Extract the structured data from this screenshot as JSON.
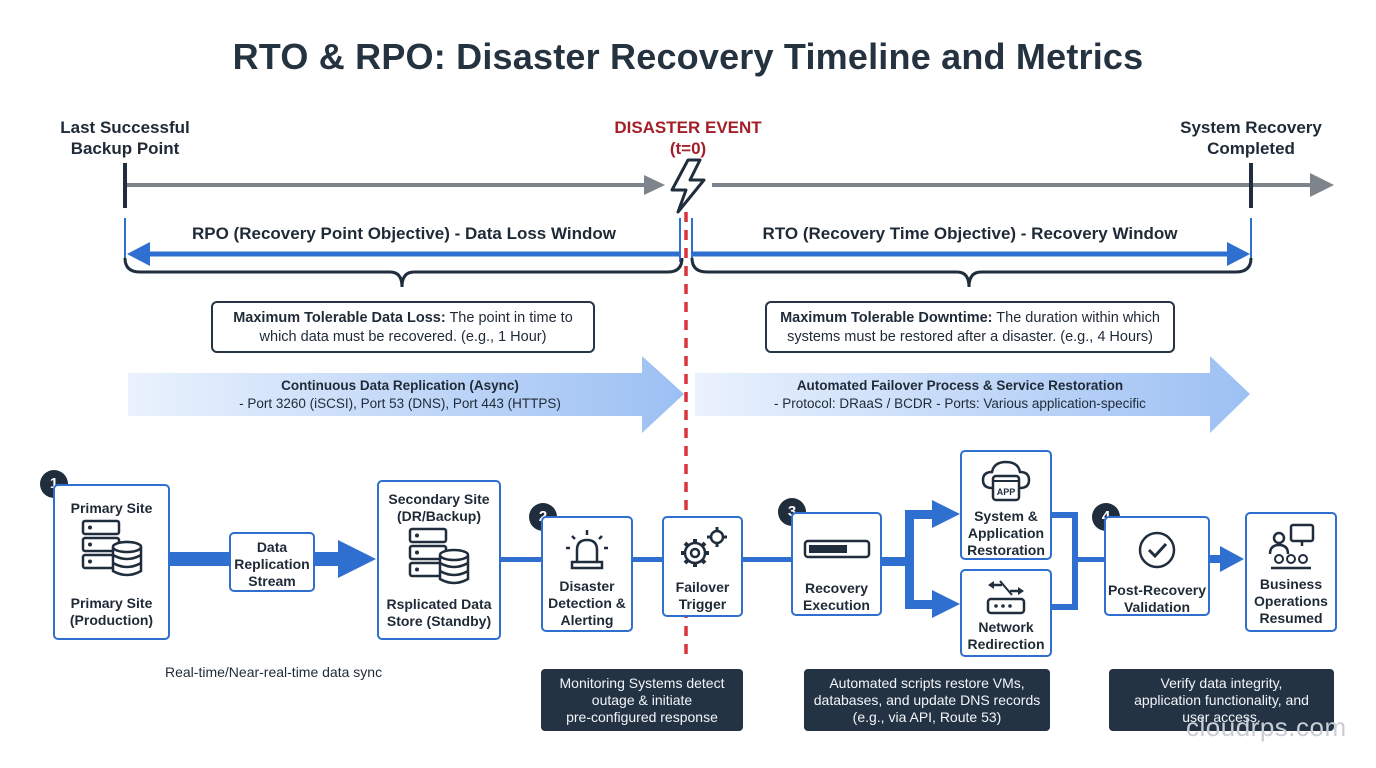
{
  "title": "RTO & RPO: Disaster Recovery Timeline and Metrics",
  "timeline": {
    "left_label": "Last Successful\nBackup Point",
    "left_label_l1": "Last Successful",
    "left_label_l2": "Backup Point",
    "center_label_l1": "DISASTER EVENT",
    "center_label_l2": "(t=0)",
    "right_label_l1": "System Recovery",
    "right_label_l2": "Completed"
  },
  "rpo": {
    "label": "RPO (Recovery Point Objective) - Data Loss Window",
    "desc_bold": "Maximum Tolerable Data Loss:",
    "desc_rest1": " The point in time to",
    "desc_line2": "which data must be recovered. (e.g., 1 Hour)",
    "band_title": "Continuous Data Replication (Async)",
    "band_sub": "- Port 3260 (iSCSI), Port 53 (DNS), Port 443 (HTTPS)"
  },
  "rto": {
    "label": "RTO (Recovery Time Objective) - Recovery Window",
    "desc_bold": "Maximum Tolerable Downtime:",
    "desc_rest1": " The duration within which",
    "desc_line2": "systems must be restored after a disaster. (e.g., 4 Hours)",
    "band_title": "Automated Failover Process & Service Restoration",
    "band_sub": "- Protocol: DRaaS / BCDR - Ports: Various application-specific"
  },
  "flow": {
    "primary": {
      "badge": "1",
      "top": "Primary Site",
      "bottom_l1": "Primary Site",
      "bottom_l2": "(Production)"
    },
    "stream": {
      "l1": "Data",
      "l2": "Replication",
      "l3": "Stream"
    },
    "secondary": {
      "top_l1": "Secondary Site",
      "top_l2": "(DR/Backup)",
      "bottom_l1": "Rsplicated Data",
      "bottom_l2": "Store (Standby)"
    },
    "detect": {
      "badge": "2",
      "l1": "Disaster",
      "l2": "Detection &",
      "l3": "Alerting"
    },
    "trigger": {
      "l1": "Failover",
      "l2": "Trigger"
    },
    "exec": {
      "badge": "3",
      "l1": "Recovery",
      "l2": "Execution"
    },
    "sysapp": {
      "icon_text": "APP",
      "l1": "System &",
      "l2": "Application",
      "l3": "Restoration"
    },
    "network": {
      "l1": "Network",
      "l2": "Redirection"
    },
    "validate": {
      "badge": "4",
      "l1": "Post-Recovery",
      "l2": "Validation"
    },
    "business": {
      "l1": "Business",
      "l2": "Operations",
      "l3": "Resumed"
    }
  },
  "notes": {
    "sync": "Real-time/Near-real-time data sync",
    "monitor_l1": "Monitoring Systems detect",
    "monitor_l2": "outage & initiate",
    "monitor_l3": "pre-configured response",
    "scripts_l1": "Automated scripts restore VMs,",
    "scripts_l2": "databases, and update DNS records",
    "scripts_l3": "(e.g., via API, Route 53)",
    "verify_l1": "Verify data integrity,",
    "verify_l2": "application functionality, and",
    "verify_l3": "user access."
  },
  "watermark": "cloudrps.com",
  "colors": {
    "accent_blue": "#2f6fd0",
    "dark": "#1f2d3d",
    "disaster_red": "#a3202a",
    "timeline_gray": "#7d848c"
  }
}
